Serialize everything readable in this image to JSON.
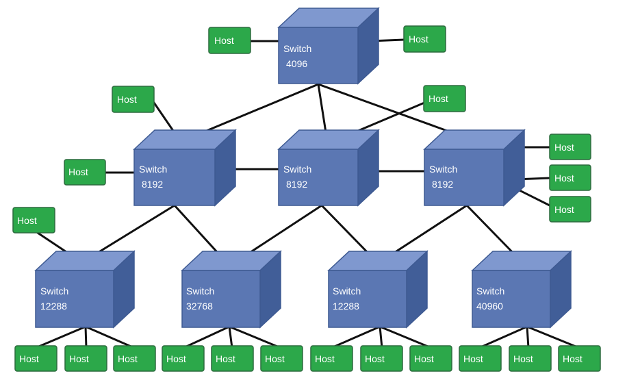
{
  "host_label": "Host",
  "switches": [
    {
      "id": "s-root",
      "label": "Switch",
      "value": "4096"
    },
    {
      "id": "s-mid-left",
      "label": "Switch",
      "value": "8192"
    },
    {
      "id": "s-mid-center",
      "label": "Switch",
      "value": "8192"
    },
    {
      "id": "s-mid-right",
      "label": "Switch",
      "value": "8192"
    },
    {
      "id": "s-bot-1",
      "label": "Switch",
      "value": "12288"
    },
    {
      "id": "s-bot-2",
      "label": "Switch",
      "value": "32768"
    },
    {
      "id": "s-bot-3",
      "label": "Switch",
      "value": "12288"
    },
    {
      "id": "s-bot-4",
      "label": "Switch",
      "value": "40960"
    }
  ],
  "colors": {
    "switch": "#5b77b3",
    "host": "#2ca84a",
    "link": "#111111"
  }
}
